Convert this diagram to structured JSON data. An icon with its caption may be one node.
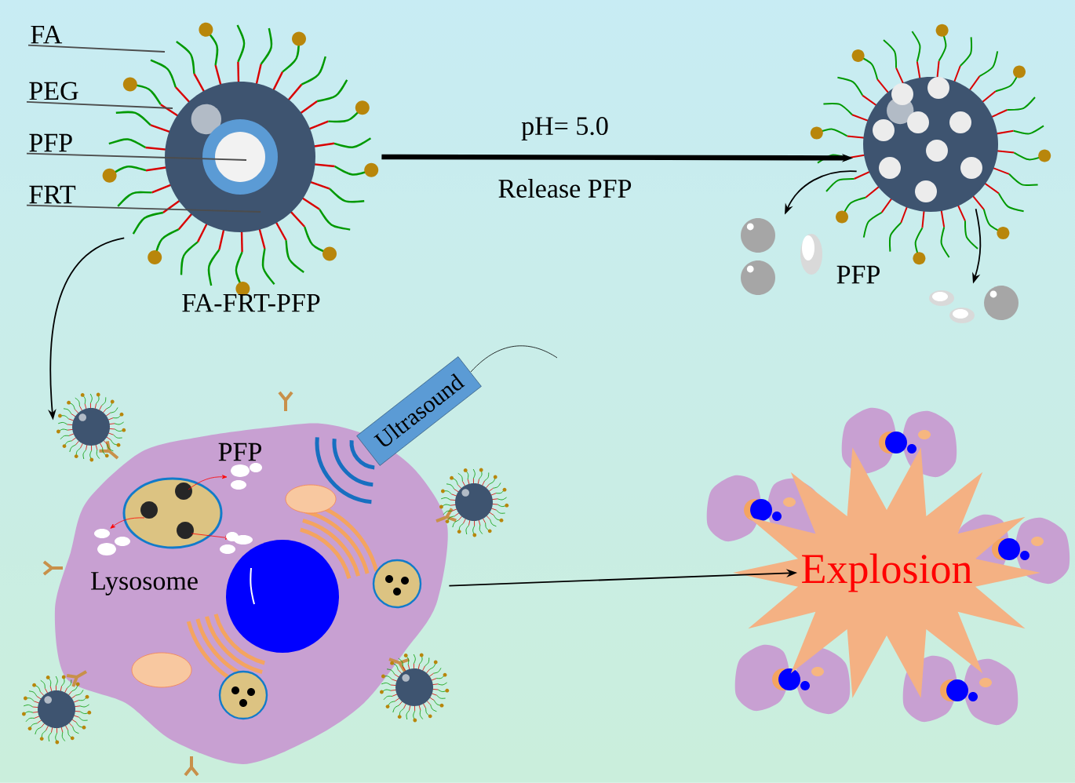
{
  "diagram": {
    "nodes": [
      {
        "text": [],
        "shape": "picture",
        "beside": [
          "FA-FRT-PFP"
        ]
      },
      {
        "text": [
          "FA"
        ]
      },
      {
        "text": [
          "PEG"
        ]
      },
      {
        "text": [
          "PFP"
        ]
      },
      {
        "text": [
          "FRT"
        ]
      },
      {
        "text": [],
        "shape": "picture"
      },
      {
        "text": [],
        "shape": "picture",
        "beside": [
          "PFP"
        ]
      },
      {
        "text": [],
        "shape": "picture"
      },
      {
        "text": [],
        "shape": "picture"
      },
      {
        "text": [
          "Ultrasound"
        ]
      },
      {
        "text": [
          "Explosion"
        ]
      }
    ],
    "edges": [
      {
        "from": 1,
        "to": 0,
        "arrow": "none"
      },
      {
        "from": 2,
        "to": 0,
        "arrow": "none"
      },
      {
        "from": 3,
        "to": 0,
        "arrow": "none"
      },
      {
        "from": 4,
        "to": 0,
        "arrow": "none"
      },
      {
        "from": 0,
        "to": 5,
        "arrow": "to",
        "label": "pH= 5.0",
        "style": "thick"
      },
      {
        "from": 5,
        "to": 6,
        "arrow": "to"
      },
      {
        "from": 5,
        "to": 7,
        "arrow": "to"
      },
      {
        "from": 0,
        "to": 8,
        "arrow": "to"
      },
      {
        "from": 8,
        "to": 10,
        "arrow": "to"
      }
    ],
    "labels": [
      "Release PFP",
      "PFP",
      "Lysosome"
    ]
  }
}
